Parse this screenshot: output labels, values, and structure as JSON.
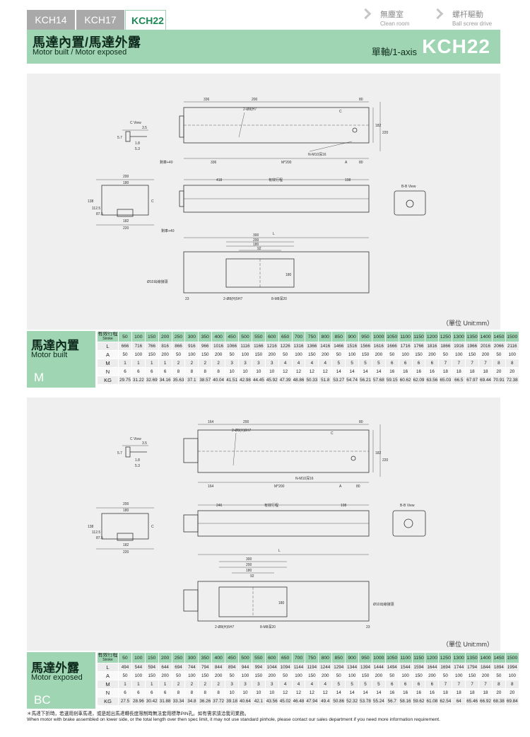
{
  "tabs": [
    {
      "label": "KCH14",
      "active": false
    },
    {
      "label": "KCH17",
      "active": false
    },
    {
      "label": "KCH22",
      "active": true
    }
  ],
  "nav": [
    {
      "label": "無塵室",
      "sub": "Clean room",
      "icon": "chevron-right-icon"
    },
    {
      "label": "螺杆驅動",
      "sub": "Ball screw drive",
      "icon": "chevron-right-icon"
    }
  ],
  "header": {
    "title": "馬達內置/馬達外露",
    "subtitle": "Motor built / Motor exposed",
    "axis": "單軸/1-axis",
    "model": "KCH22"
  },
  "colors": {
    "accent": "#9fd5b3",
    "tab_inactive": "#a9a9a9",
    "panel_bg": "#efefef"
  },
  "drawing1": {
    "unit": "（單位 Unit:mm）",
    "top": {
      "dims": [
        "336",
        "200",
        "80",
        "182",
        "220",
        "336",
        "M*200",
        "A",
        "80"
      ],
      "labels": [
        "2-Ø8(H7",
        "N-M10深16",
        "剩車+40"
      ],
      "cview": {
        "title": "C View",
        "dims": [
          "3.5",
          "5.7",
          "1.8",
          "5.3"
        ],
        "letter": "C"
      }
    },
    "side": {
      "dims": [
        "418",
        "198"
      ],
      "labels": [
        "有效行程"
      ]
    },
    "end": {
      "dims": [
        "200",
        "180",
        "138",
        "112.5",
        "87.5",
        "182",
        "220"
      ],
      "letter": "C"
    },
    "bview": {
      "title": "B-B View"
    },
    "bottom": {
      "dims": [
        "300",
        "200",
        "180",
        "92",
        "180",
        "23",
        "L"
      ],
      "labels": [
        "2-Ø8(H)5H7",
        "8-M8深20",
        "Ø10出線接頭",
        "剩車+40"
      ]
    }
  },
  "table_m": {
    "title": "馬達內置",
    "subtitle": "Motor built",
    "code": "M",
    "header_top": "有效行程",
    "header_bottom": "Stroke",
    "strokes": [
      "50",
      "100",
      "150",
      "200",
      "250",
      "300",
      "350",
      "400",
      "450",
      "500",
      "550",
      "600",
      "650",
      "700",
      "750",
      "800",
      "850",
      "900",
      "950",
      "1000",
      "1050",
      "1100",
      "1150",
      "1200",
      "1250",
      "1300",
      "1350",
      "1400",
      "1450",
      "1500"
    ],
    "rows": [
      {
        "label": "L",
        "values": [
          "666",
          "716",
          "766",
          "816",
          "866",
          "916",
          "966",
          "1016",
          "1066",
          "1116",
          "1166",
          "1216",
          "1226",
          "1316",
          "1366",
          "1416",
          "1466",
          "1516",
          "1566",
          "1616",
          "1666",
          "1716",
          "1766",
          "1816",
          "1866",
          "1916",
          "1966",
          "2016",
          "2066",
          "2116"
        ]
      },
      {
        "label": "A",
        "values": [
          "50",
          "100",
          "150",
          "200",
          "50",
          "100",
          "150",
          "200",
          "50",
          "100",
          "150",
          "200",
          "50",
          "100",
          "150",
          "200",
          "50",
          "100",
          "150",
          "200",
          "50",
          "100",
          "150",
          "200",
          "50",
          "100",
          "150",
          "200",
          "50",
          "100"
        ]
      },
      {
        "label": "M",
        "values": [
          "1",
          "1",
          "1",
          "1",
          "2",
          "2",
          "2",
          "2",
          "3",
          "3",
          "3",
          "3",
          "4",
          "4",
          "4",
          "4",
          "5",
          "5",
          "5",
          "5",
          "6",
          "6",
          "6",
          "6",
          "7",
          "7",
          "7",
          "7",
          "8",
          "8"
        ]
      },
      {
        "label": "N",
        "values": [
          "6",
          "6",
          "6",
          "6",
          "8",
          "8",
          "8",
          "8",
          "10",
          "10",
          "10",
          "10",
          "12",
          "12",
          "12",
          "12",
          "14",
          "14",
          "14",
          "14",
          "16",
          "16",
          "16",
          "16",
          "18",
          "18",
          "18",
          "18",
          "20",
          "20"
        ]
      },
      {
        "label": "KG",
        "values": [
          "29.75",
          "31.22",
          "32.69",
          "34.16",
          "35.63",
          "37.1",
          "38.57",
          "40.04",
          "41.51",
          "42.98",
          "44.45",
          "45.92",
          "47.39",
          "48.86",
          "50.33",
          "51.8",
          "53.27",
          "54.74",
          "56.21",
          "57.68",
          "59.15",
          "60.62",
          "62.09",
          "63.56",
          "65.03",
          "66.5",
          "67.97",
          "69.44",
          "70.91",
          "72.38"
        ]
      }
    ]
  },
  "drawing2": {
    "unit": "（單位 Unit:mm）",
    "top": {
      "dims": [
        "164",
        "200",
        "80",
        "182",
        "220",
        "164",
        "M*200",
        "A",
        "80"
      ],
      "labels": [
        "2-Ø8(H)8H7",
        "N-M10深16"
      ],
      "cview": {
        "title": "C View",
        "dims": [
          "3.5",
          "5.7",
          "1.8",
          "5.3"
        ],
        "letter": "C"
      }
    },
    "side": {
      "dims": [
        "246",
        "198"
      ],
      "labels": [
        "有效行程"
      ]
    },
    "end": {
      "dims": [
        "200",
        "180",
        "138",
        "112.5",
        "87.5",
        "182",
        "220"
      ],
      "letter": "C"
    },
    "bview": {
      "title": "B-B View"
    },
    "bottom": {
      "dims": [
        "300",
        "200",
        "180",
        "92",
        "180",
        "23",
        "L"
      ],
      "labels": [
        "2-Ø8(H)5H7",
        "8-M8深20",
        "Ø10出線接頭"
      ]
    }
  },
  "table_bc": {
    "title": "馬達外露",
    "subtitle": "Motor exposed",
    "code": "BC",
    "header_top": "有效行程",
    "header_bottom": "Stroke",
    "strokes": [
      "50",
      "100",
      "150",
      "200",
      "250",
      "300",
      "350",
      "400",
      "450",
      "500",
      "550",
      "600",
      "650",
      "700",
      "750",
      "800",
      "850",
      "900",
      "950",
      "1000",
      "1050",
      "1100",
      "1150",
      "1200",
      "1250",
      "1300",
      "1350",
      "1400",
      "1450",
      "1500"
    ],
    "rows": [
      {
        "label": "L",
        "values": [
          "494",
          "544",
          "594",
          "644",
          "694",
          "744",
          "794",
          "844",
          "894",
          "944",
          "994",
          "1044",
          "1094",
          "1144",
          "1194",
          "1244",
          "1294",
          "1344",
          "1394",
          "1444",
          "1494",
          "1544",
          "1594",
          "1644",
          "1694",
          "1744",
          "1794",
          "1844",
          "1894",
          "1994"
        ]
      },
      {
        "label": "A",
        "values": [
          "50",
          "100",
          "150",
          "200",
          "50",
          "100",
          "150",
          "200",
          "50",
          "100",
          "150",
          "200",
          "50",
          "100",
          "150",
          "200",
          "50",
          "100",
          "150",
          "200",
          "50",
          "100",
          "150",
          "200",
          "50",
          "100",
          "150",
          "200",
          "50",
          "100"
        ]
      },
      {
        "label": "M",
        "values": [
          "1",
          "1",
          "1",
          "1",
          "2",
          "2",
          "2",
          "2",
          "3",
          "3",
          "3",
          "3",
          "4",
          "4",
          "4",
          "4",
          "5",
          "5",
          "5",
          "5",
          "6",
          "6",
          "6",
          "6",
          "7",
          "7",
          "7",
          "7",
          "8",
          "8"
        ]
      },
      {
        "label": "N",
        "values": [
          "6",
          "6",
          "6",
          "6",
          "8",
          "8",
          "8",
          "8",
          "10",
          "10",
          "10",
          "10",
          "12",
          "12",
          "12",
          "12",
          "14",
          "14",
          "14",
          "14",
          "16",
          "16",
          "16",
          "16",
          "18",
          "18",
          "18",
          "18",
          "20",
          "20"
        ]
      },
      {
        "label": "KG",
        "values": [
          "27.5",
          "28.96",
          "30.42",
          "31.88",
          "33.34",
          "34.8",
          "36.26",
          "37.72",
          "39.18",
          "40.64",
          "42.1",
          "43.56",
          "45.02",
          "46.48",
          "47.94",
          "49.4",
          "50.86",
          "52.32",
          "53.78",
          "55.24",
          "56.7",
          "58.16",
          "59.62",
          "61.08",
          "62.54",
          "64",
          "65.46",
          "66.92",
          "68.38",
          "69.84"
        ]
      }
    ]
  },
  "footnote": {
    "zh": "＊馬達下折時，若選用剎車馬達，或是超出馬達轉長度限制時無法套用標準PIN孔。如有需求請洽我司業務。",
    "en": "When motor with brake assembled on lower side, or the total length over then spec limit, it may not use standard pinhole, please contact our sales department if you need more information requirement."
  }
}
